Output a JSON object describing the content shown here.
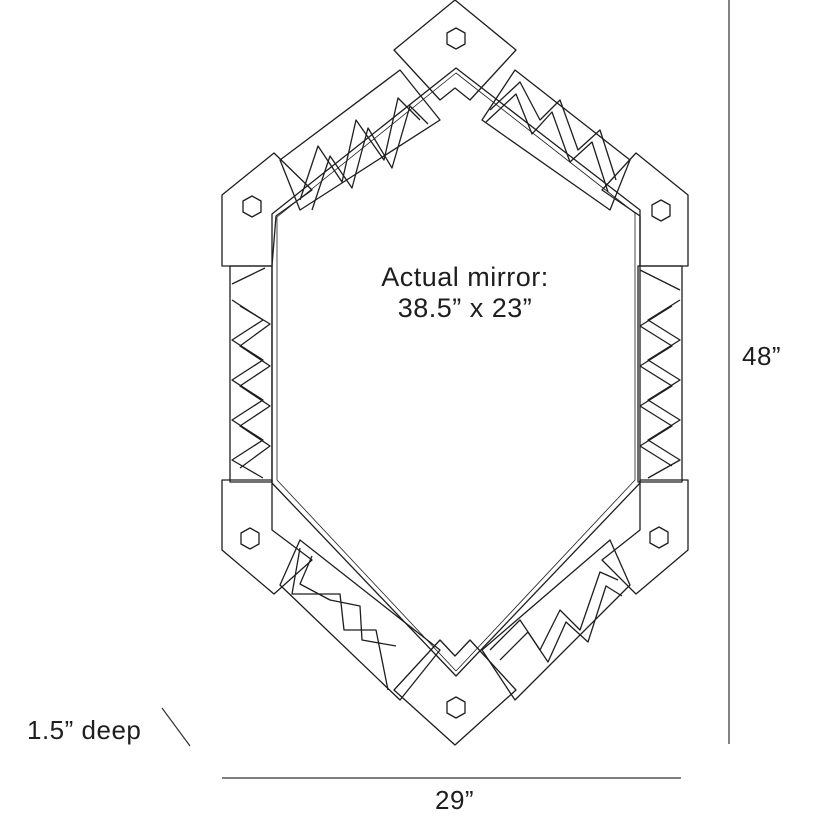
{
  "diagram": {
    "subject": "Hexagonal mirror with zigzag-patterned frame, dimension drawing",
    "mirror_label": {
      "line1": "Actual mirror:",
      "line2": "38.5” x 23”"
    },
    "dimensions": {
      "height": "48”",
      "width": "29”",
      "depth": "1.5” deep"
    },
    "frame": {
      "corner_blocks": 6,
      "corner_block_icon": "hexagon-bolt-icon",
      "side_panels": 6,
      "panel_pattern": "zigzag"
    },
    "colors": {
      "line": "#1e1e1e",
      "background": "#ffffff",
      "dimension_line": "#333333"
    }
  }
}
